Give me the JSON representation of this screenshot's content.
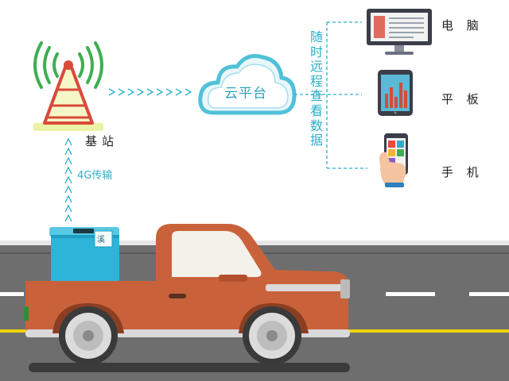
{
  "base_station": {
    "label": "基站"
  },
  "transmission": {
    "label": "4G传输"
  },
  "cloud": {
    "label": "云平台"
  },
  "remote_view": {
    "chars": [
      "随",
      "时",
      "远",
      "程",
      "查",
      "看",
      "数",
      "据"
    ]
  },
  "devices": [
    {
      "id": "computer",
      "label": "电 脑"
    },
    {
      "id": "tablet",
      "label": "平 板"
    },
    {
      "id": "phone",
      "label": "手 机"
    }
  ],
  "cooler_box": {
    "tag": "溪"
  },
  "colors": {
    "accent": "#2ab0c8",
    "road": "#6e6e6e",
    "truck": "#c9623a",
    "cooler": "#2cb4d9",
    "road_yellow": "#f0d20a"
  }
}
